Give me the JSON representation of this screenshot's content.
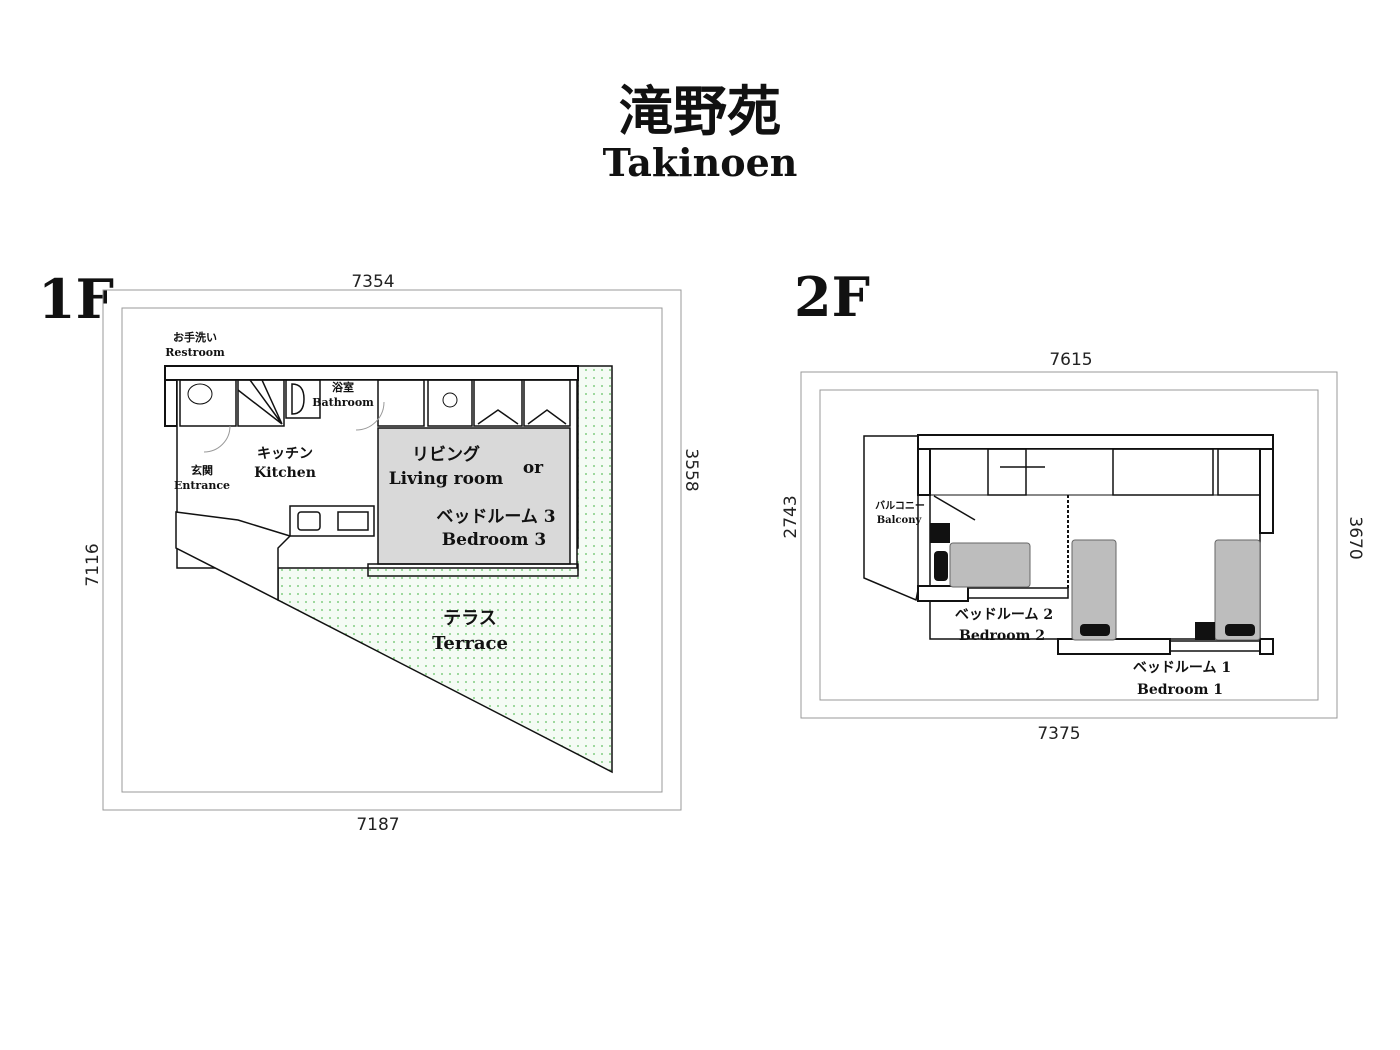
{
  "title": {
    "japanese": "滝野苑",
    "english": "Takinoen"
  },
  "floors": {
    "first": {
      "label": "1F",
      "dimensions": {
        "top": "7354",
        "bottom": "7187",
        "left": "7116",
        "right": "3558"
      },
      "rooms": {
        "restroom_jp": "お手洗い",
        "restroom_en": "Restroom",
        "bathroom_jp": "浴室",
        "bathroom_en": "Bathroom",
        "kitchen_jp": "キッチン",
        "kitchen_en": "Kitchen",
        "entrance_jp": "玄関",
        "entrance_en": "Entrance",
        "living_jp": "リビング",
        "living_en": "Living room",
        "or": "or",
        "bedroom3_jp": "ベッドルーム 3",
        "bedroom3_en": "Bedroom 3",
        "terrace_jp": "テラス",
        "terrace_en": "Terrace"
      }
    },
    "second": {
      "label": "2F",
      "dimensions": {
        "top": "7615",
        "bottom": "7375",
        "left": "2743",
        "right": "3670"
      },
      "rooms": {
        "balcony_jp": "バルコニー",
        "balcony_en": "Balcony",
        "bedroom2_jp": "ベッドルーム 2",
        "bedroom2_en": "Bedroom 2",
        "bedroom1_jp": "ベッドルーム 1",
        "bedroom1_en": "Bedroom 1"
      }
    }
  },
  "colors": {
    "living_fill": "#d9d9d9",
    "terrace_dots": "#5fbf5f",
    "bed_fill": "#bdbdbd"
  }
}
